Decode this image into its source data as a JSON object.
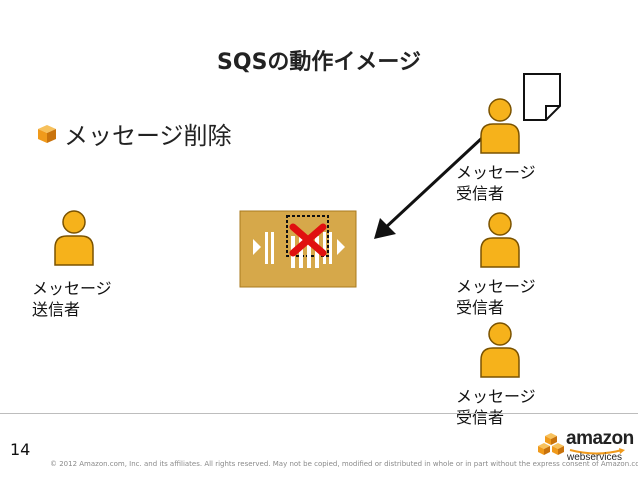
{
  "slide": {
    "title": "SQSの動作イメージ",
    "bullet": "メッセージ削除",
    "page_number": "14",
    "copyright": "© 2012 Amazon.com, Inc. and its affiliates.  All rights reserved.  May not be copied, modified or distributed in whole or in part without the express consent of Amazon.com, Inc."
  },
  "sender": {
    "line1": "メッセージ",
    "line2": "送信者"
  },
  "receivers": [
    {
      "line1": "メッセージ",
      "line2": "受信者"
    },
    {
      "line1": "メッセージ",
      "line2": "受信者"
    },
    {
      "line1": "メッセージ",
      "line2": "受信者"
    }
  ],
  "logo": {
    "word": "amazon",
    "sub": "webservices"
  },
  "colors": {
    "person_fill": "#f6b21b",
    "person_stroke": "#7a5200",
    "queue_fill": "#d6a84a",
    "queue_stroke": "#a87a1e",
    "delete_mark": "#e01010",
    "arrow": "#111111",
    "cube_orange": "#f09a1b"
  },
  "icons": [
    "cube-icon",
    "person-icon",
    "document-icon",
    "sqs-queue-icon",
    "delete-x-icon",
    "arrow-icon"
  ]
}
